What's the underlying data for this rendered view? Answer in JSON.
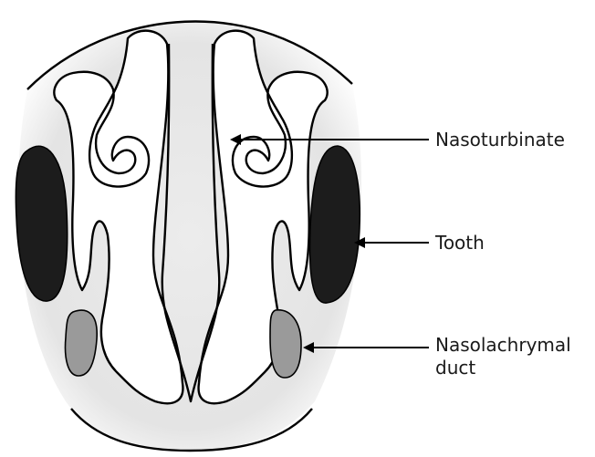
{
  "labels": {
    "nasoturbinate": "Nasoturbinate",
    "tooth": "Tooth",
    "nasolachrymal_line1": "Nasolachrymal",
    "nasolachrymal_line2": "duct"
  },
  "colors": {
    "outline": "#000000",
    "tissue_fill": "#e6e6e6",
    "airway_fill": "#ffffff",
    "tooth_fill": "#1c1c1c",
    "duct_fill": "#9a9a9a"
  }
}
